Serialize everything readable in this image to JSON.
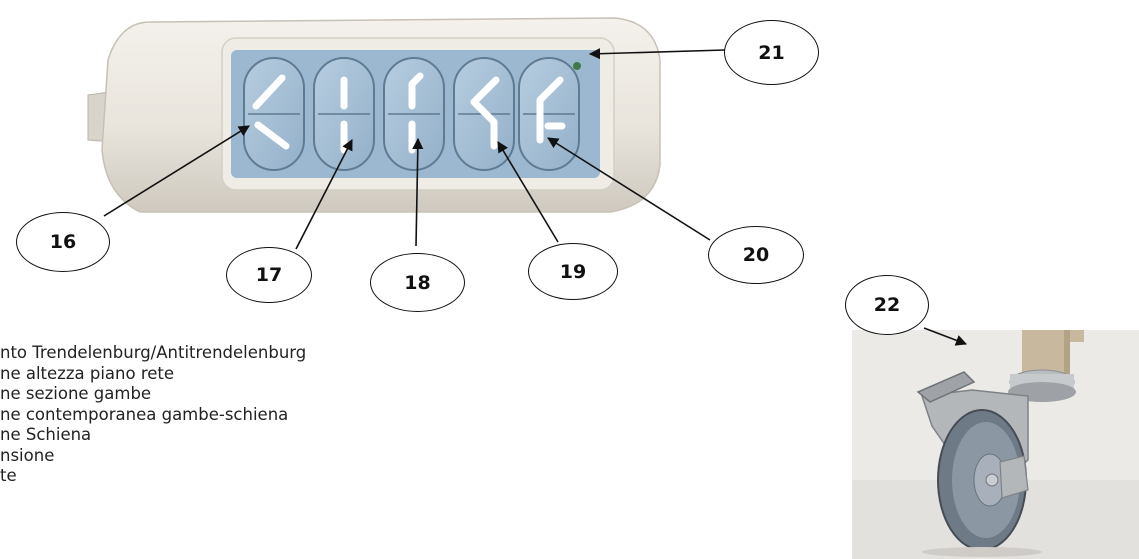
{
  "callouts": {
    "c16": "16",
    "c17": "17",
    "c18": "18",
    "c19": "19",
    "c20": "20",
    "c21": "21",
    "c22": "22"
  },
  "legend": [
    "nto Trendelenburg/Antitrendelenburg",
    "ne altezza piano rete",
    "ne sezione gambe",
    "ne contemporanea gambe-schiena",
    "ne Schiena",
    "nsione",
    "te"
  ],
  "colors": {
    "casing": "#ebe7df",
    "panel": "#9cb8d0",
    "button": "#a9c2d7",
    "indicator_led": "#3d7a4a",
    "caster_leg": "#c8b89e"
  }
}
